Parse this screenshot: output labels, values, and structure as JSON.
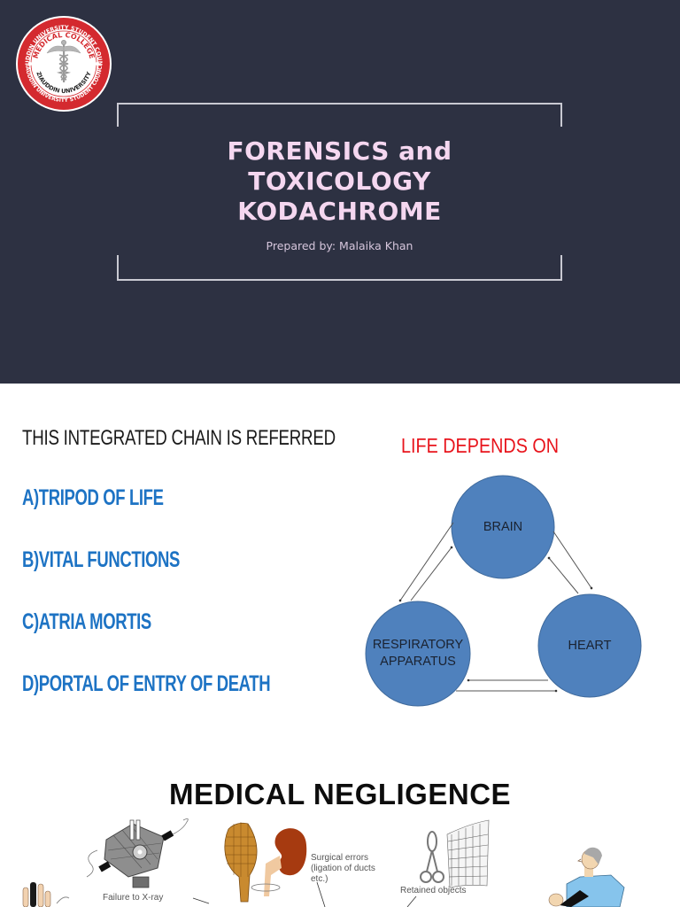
{
  "slides": [
    {
      "id": "title-slide",
      "background": "#2d3142",
      "logo": {
        "outer_text_top": "ZIAUDDIN UNIVERSITY STUDENT COUNCIL",
        "inner_text_top": "MEDICAL COLLEGE",
        "inner_text_bottom": "ZIAUDDIN UNIVERSITY",
        "icon": "caduceus-icon",
        "ring_color": "#d42a2f"
      },
      "title_lines": [
        "FORENSICS and",
        "TOXICOLOGY",
        "KODACHROME"
      ],
      "title_color": "#f5d7f0",
      "subtitle": "Prepared by: Malaika Khan"
    },
    {
      "id": "tripod-slide",
      "heading": "THIS INTEGRATED CHAIN IS REFERRED",
      "options": [
        "A)TRIPOD OF LIFE",
        "B)VITAL FUNCTIONS",
        "C)ATRIA MORTIS",
        "D)PORTAL OF ENTRY OF DEATH"
      ],
      "option_color": "#1d73c4",
      "diagram": {
        "title": "LIFE DEPENDS ON",
        "title_color": "#e8141c",
        "node_color": "#4f81bd",
        "nodes": [
          {
            "label": "BRAIN"
          },
          {
            "label_lines": [
              "RESPIRATORY",
              "APPARATUS"
            ]
          },
          {
            "label": "HEART"
          }
        ]
      }
    },
    {
      "id": "negligence-slide",
      "title": "MEDICAL NEGLIGENCE",
      "captions": {
        "xray": "Failure to X-ray",
        "surgical_lines": [
          "Surgical errors",
          "(ligation of ducts",
          "etc.)"
        ],
        "retained": "Retained objects"
      }
    }
  ]
}
